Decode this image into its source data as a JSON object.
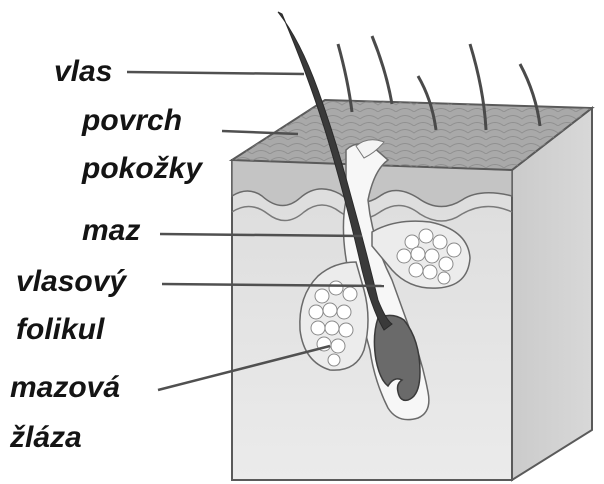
{
  "labels": {
    "vlas": "vlas",
    "povrch_line1": "povrch",
    "povrch_line2": "pokožky",
    "maz": "maz",
    "folikul_line1": "vlasový",
    "folikul_line2": "folikul",
    "zlaza_line1": "mazová",
    "zlaza_line2": "žláza"
  },
  "colors": {
    "skin_top": "#a9a9a9",
    "skin_front": "#e6e6e6",
    "skin_side": "#cfcfcf",
    "hair": "#3a3a3a",
    "leader_line": "#505050"
  }
}
